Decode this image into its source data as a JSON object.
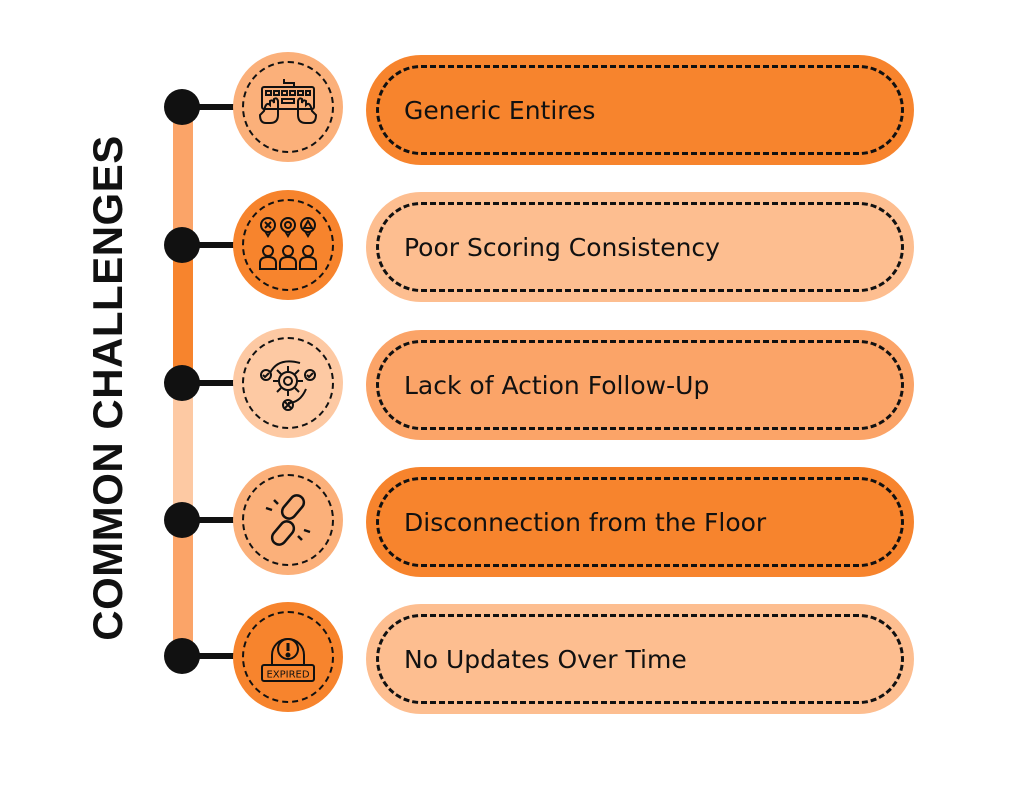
{
  "title": "COMMON CHALLENGES",
  "colors": {
    "dark_orange": "#F7842D",
    "mid_orange": "#FBA468",
    "light_orange": "#FDBE90",
    "node": "#111111"
  },
  "items": [
    {
      "label": "Generic Entires",
      "icon": "keyboard-hands-icon",
      "pill_color": "#F7842D",
      "circle_color": "#FBB07A"
    },
    {
      "label": "Poor Scoring Consistency",
      "icon": "people-choices-icon",
      "pill_color": "#FDBE90",
      "circle_color": "#F7842D"
    },
    {
      "label": "Lack of Action Follow-Up",
      "icon": "gear-cycle-icon",
      "pill_color": "#FBA468",
      "circle_color": "#FDC9A3"
    },
    {
      "label": "Disconnection from the Floor",
      "icon": "broken-chain-icon",
      "pill_color": "#F7842D",
      "circle_color": "#FBB07A"
    },
    {
      "label": "No Updates Over Time",
      "icon": "expired-stamp-icon",
      "pill_color": "#FDBE90",
      "circle_color": "#F7842D"
    }
  ]
}
